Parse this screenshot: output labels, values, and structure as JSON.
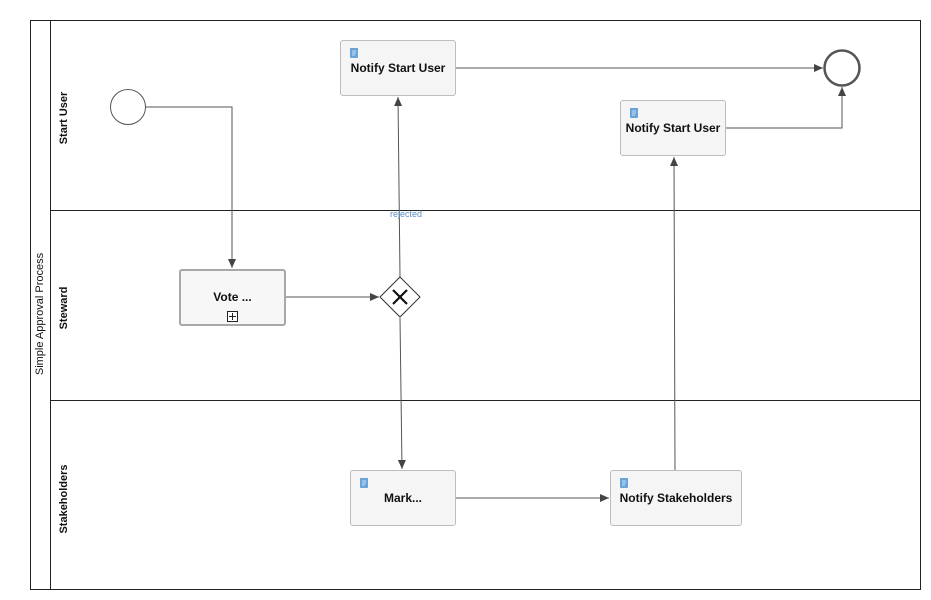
{
  "pool": {
    "title": "Simple Approval Process"
  },
  "lanes": [
    {
      "id": "start-user",
      "label": "Start User"
    },
    {
      "id": "steward",
      "label": "Steward"
    },
    {
      "id": "stakeholders",
      "label": "Stakeholders"
    }
  ],
  "tasks": {
    "notify_start_user_1": "Notify Start User",
    "notify_start_user_2": "Notify Start User",
    "vote": "Vote ...",
    "mark": "Mark...",
    "notify_stakeholders": "Notify Stakeholders"
  },
  "flows": {
    "rejected_label": "rejected"
  },
  "icons": {
    "script_task": "script-icon",
    "subprocess_marker": "plus-icon",
    "gateway": "exclusive-gateway-x-icon"
  },
  "colors": {
    "task_fill": "#f5f5f5",
    "task_border": "#bdbdbd",
    "script_icon": "#6aa3d8",
    "flow_label": "#5b8ec7"
  }
}
